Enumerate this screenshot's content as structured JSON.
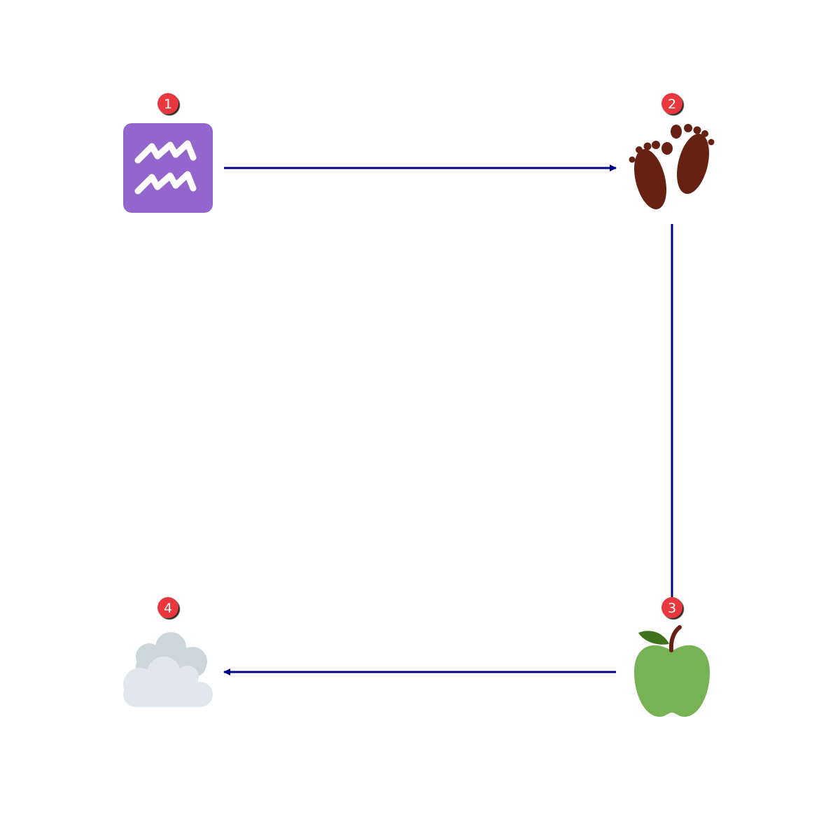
{
  "diagram": {
    "colors": {
      "edge": "#00008b",
      "badge_fill": "#e8383d",
      "badge_text": "#ffffff",
      "background": "#ffffff"
    },
    "nodes": [
      {
        "id": "aquarius",
        "icon": "aquarius-sign-icon",
        "badge": "1",
        "color": "#9266cc"
      },
      {
        "id": "footprints",
        "icon": "footprints-icon",
        "badge": "2",
        "color": "#662113"
      },
      {
        "id": "green-apple",
        "icon": "green-apple-icon",
        "badge": "3",
        "color": "#77b255"
      },
      {
        "id": "cloud",
        "icon": "cloud-icon",
        "badge": "4",
        "color": "#e1e8ed"
      }
    ],
    "edges": [
      {
        "from": "aquarius",
        "to": "footprints",
        "arrow": true
      },
      {
        "from": "footprints",
        "to": "green-apple",
        "arrow": false
      },
      {
        "from": "green-apple",
        "to": "cloud",
        "arrow": true
      }
    ]
  }
}
